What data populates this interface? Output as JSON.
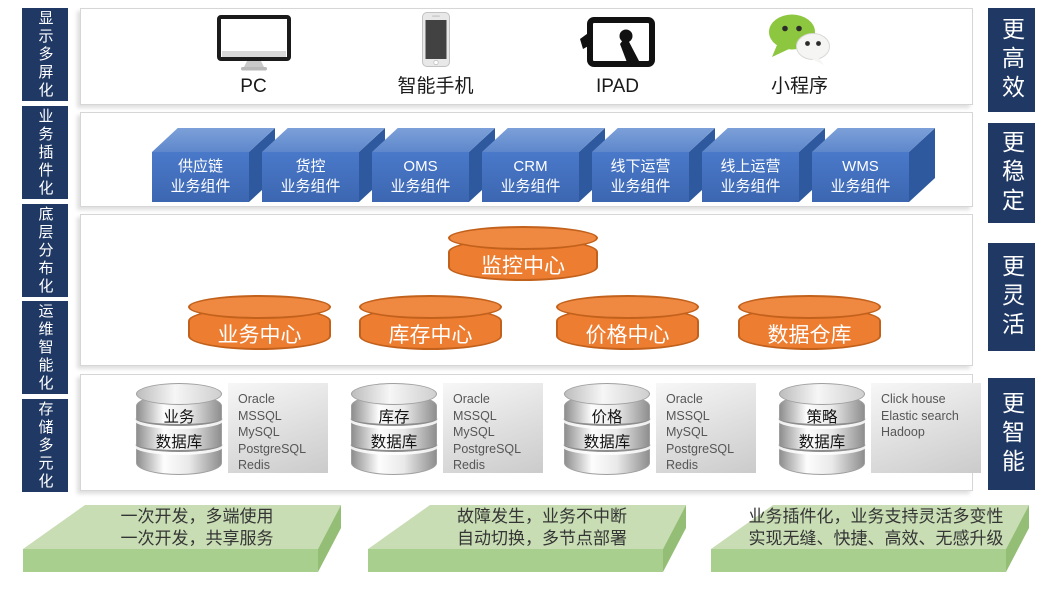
{
  "colors": {
    "navy": "#1F3864",
    "cube_blue": "#4472C4",
    "orange": "#ED7D31",
    "slab_green": "#A9D18E",
    "wechat_green": "#8DC63F"
  },
  "left_sidebar": {
    "items": [
      "显示多屏化",
      "业务插件化",
      "底层分布化",
      "运维智能化",
      "存储多元化"
    ]
  },
  "right_sidebar": {
    "items": [
      "更高效",
      "更稳定",
      "更灵活",
      "更智能"
    ]
  },
  "devices": {
    "items": [
      {
        "label": "PC",
        "icon": "desktop-monitor-icon"
      },
      {
        "label": "智能手机",
        "icon": "smartphone-icon"
      },
      {
        "label": "IPAD",
        "icon": "tablet-touch-icon"
      },
      {
        "label": "小程序",
        "icon": "wechat-miniprogram-icon"
      }
    ]
  },
  "components": {
    "items": [
      {
        "line1": "供应链",
        "line2": "业务组件"
      },
      {
        "line1": "货控",
        "line2": "业务组件"
      },
      {
        "line1": "OMS",
        "line2": "业务组件"
      },
      {
        "line1": "CRM",
        "line2": "业务组件"
      },
      {
        "line1": "线下运营",
        "line2": "业务组件"
      },
      {
        "line1": "线上运营",
        "line2": "业务组件"
      },
      {
        "line1": "WMS",
        "line2": "业务组件"
      }
    ]
  },
  "centers": {
    "monitor": "监控中心",
    "items": [
      "业务中心",
      "库存中心",
      "价格中心",
      "数据仓库"
    ]
  },
  "databases": {
    "items": [
      {
        "line1": "业务",
        "line2": "数据库",
        "tech": [
          "Oracle",
          "MSSQL",
          "MySQL",
          "PostgreSQL",
          "Redis"
        ]
      },
      {
        "line1": "库存",
        "line2": "数据库",
        "tech": [
          "Oracle",
          "MSSQL",
          "MySQL",
          "PostgreSQL",
          "Redis"
        ]
      },
      {
        "line1": "价格",
        "line2": "数据库",
        "tech": [
          "Oracle",
          "MSSQL",
          "MySQL",
          "PostgreSQL",
          "Redis"
        ]
      },
      {
        "line1": "策略",
        "line2": "数据库",
        "tech": [
          "Click house",
          "Elastic search",
          "Hadoop"
        ]
      }
    ]
  },
  "benefits": {
    "items": [
      {
        "line1": "一次开发，多端使用",
        "line2": "一次开发，共享服务"
      },
      {
        "line1": "故障发生，业务不中断",
        "line2": "自动切换，多节点部署"
      },
      {
        "line1": "业务插件化，业务支持灵活多变性",
        "line2": "实现无缝、快捷、高效、无感升级"
      }
    ]
  }
}
